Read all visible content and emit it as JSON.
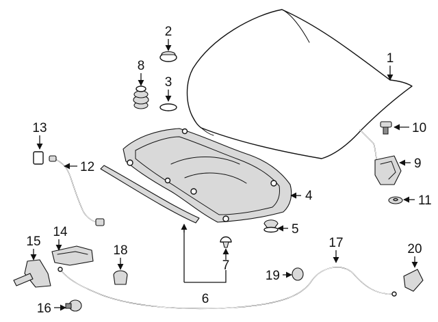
{
  "callouts": [
    {
      "id": "c1",
      "label": "1",
      "part": "hood-panel"
    },
    {
      "id": "c2",
      "label": "2",
      "part": "hood-bumper-cap"
    },
    {
      "id": "c3",
      "label": "3",
      "part": "washer-pad"
    },
    {
      "id": "c4",
      "label": "4",
      "part": "hood-insulator"
    },
    {
      "id": "c5",
      "label": "5",
      "part": "insulator-clip"
    },
    {
      "id": "c6",
      "label": "6",
      "part": "insulator-seal-group"
    },
    {
      "id": "c7",
      "label": "7",
      "part": "retainer-clip"
    },
    {
      "id": "c8",
      "label": "8",
      "part": "hood-bumper-stop"
    },
    {
      "id": "c9",
      "label": "9",
      "part": "hood-latch"
    },
    {
      "id": "c10",
      "label": "10",
      "part": "latch-bolt"
    },
    {
      "id": "c11",
      "label": "11",
      "part": "washer"
    },
    {
      "id": "c12",
      "label": "12",
      "part": "hood-support-rod"
    },
    {
      "id": "c13",
      "label": "13",
      "part": "rod-grommet"
    },
    {
      "id": "c14",
      "label": "14",
      "part": "release-bracket"
    },
    {
      "id": "c15",
      "label": "15",
      "part": "release-handle"
    },
    {
      "id": "c16",
      "label": "16",
      "part": "handle-bolt"
    },
    {
      "id": "c17",
      "label": "17",
      "part": "release-cable"
    },
    {
      "id": "c18",
      "label": "18",
      "part": "cable-clip"
    },
    {
      "id": "c19",
      "label": "19",
      "part": "grommet"
    },
    {
      "id": "c20",
      "label": "20",
      "part": "cable-guide"
    }
  ]
}
